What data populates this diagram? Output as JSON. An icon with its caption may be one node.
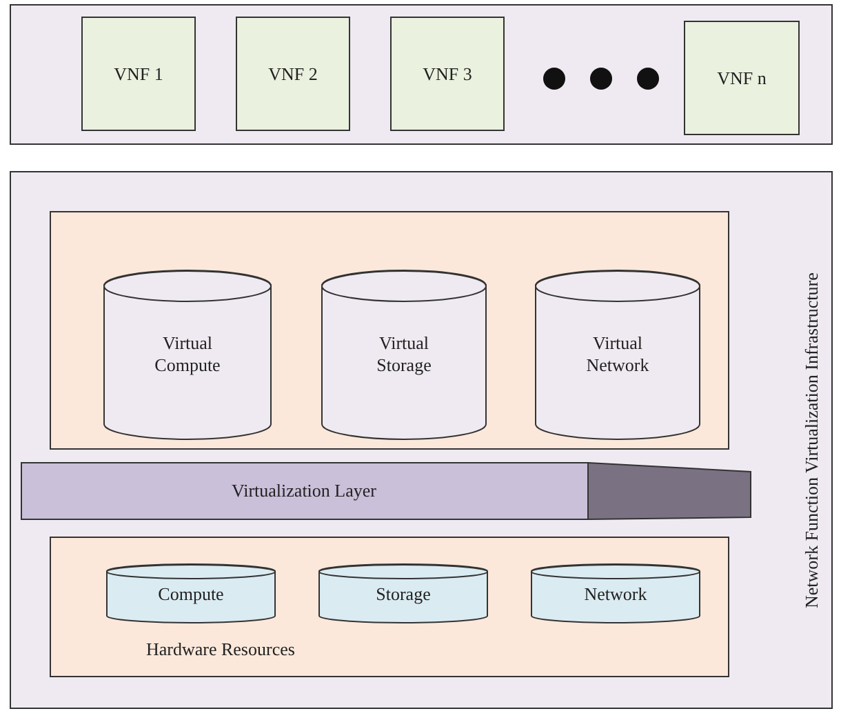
{
  "diagram": {
    "nodes": [
      {
        "text": [],
        "shape": "box"
      },
      {
        "text": [
          "VNF 1"
        ],
        "in": 0
      },
      {
        "text": [
          "VNF 2"
        ],
        "in": 0
      },
      {
        "text": [
          "VNF 3"
        ],
        "in": 0
      },
      {
        "text": [
          "VNF n"
        ],
        "in": 0
      },
      {
        "text": [
          "Network Function Virtualization Infrastructure"
        ]
      },
      {
        "text": [],
        "shape": "box",
        "in": 5
      },
      {
        "text": [
          "Virtual Compute"
        ],
        "in": 6
      },
      {
        "text": [
          "Virtual Storage"
        ],
        "in": 6
      },
      {
        "text": [
          "Virtual Network"
        ],
        "in": 6
      },
      {
        "text": [
          "Virtualization Layer"
        ],
        "in": 5
      },
      {
        "text": [
          "Hardware Resources"
        ],
        "in": 5
      },
      {
        "text": [
          "Compute"
        ],
        "in": 11
      },
      {
        "text": [
          "Storage"
        ],
        "in": 11
      },
      {
        "text": [
          "Network"
        ],
        "in": 11
      }
    ],
    "edges": []
  }
}
